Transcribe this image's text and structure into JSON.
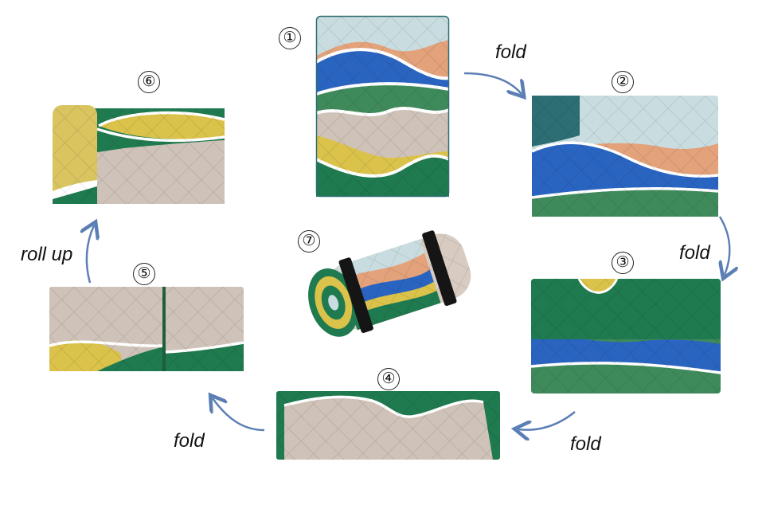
{
  "steps": [
    "①",
    "②",
    "③",
    "④",
    "⑤",
    "⑥",
    "⑦"
  ],
  "labels": {
    "fold_1": "fold",
    "fold_2": "fold",
    "fold_3": "fold",
    "fold_4": "fold",
    "roll_up": "roll up"
  },
  "colors": {
    "sky": "#c9dde0",
    "blue": "#2a64c1",
    "peach": "#e3a27a",
    "green": "#3f8a5b",
    "dark_green": "#1f7a50",
    "teal": "#2c6e73",
    "beige": "#cfc2b8",
    "yellow": "#dbc24a",
    "white_line": "#ffffff",
    "arrow": "#5b7fb5",
    "strap": "#151515"
  }
}
